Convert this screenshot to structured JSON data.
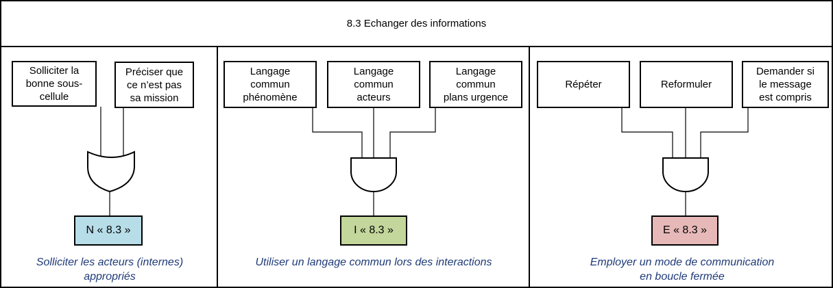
{
  "title": "8.3 Echanger des informations",
  "colors": {
    "n_fill": "#b7dde8",
    "i_fill": "#c3d69b",
    "e_fill": "#e6b9b8",
    "caption_text": "#1f3a78"
  },
  "panels": [
    {
      "gate": "OR",
      "inputs": [
        "Solliciter la\nbonne sous-\ncellule",
        "Préciser que\nce n’est pas\nsa mission"
      ],
      "outcome": "N « 8.3 »",
      "caption": "Solliciter les acteurs (internes)\nappropriés"
    },
    {
      "gate": "AND",
      "inputs": [
        "Langage\ncommun\nphénomène",
        "Langage\ncommun\nacteurs",
        "Langage\ncommun\nplans urgence"
      ],
      "outcome": "I « 8.3 »",
      "caption": "Utiliser un langage commun lors des interactions"
    },
    {
      "gate": "AND",
      "inputs": [
        "Répéter",
        "Reformuler",
        "Demander si\nle message\nest compris"
      ],
      "outcome": "E « 8.3 »",
      "caption": "Employer un mode de communication\nen boucle fermée"
    }
  ]
}
